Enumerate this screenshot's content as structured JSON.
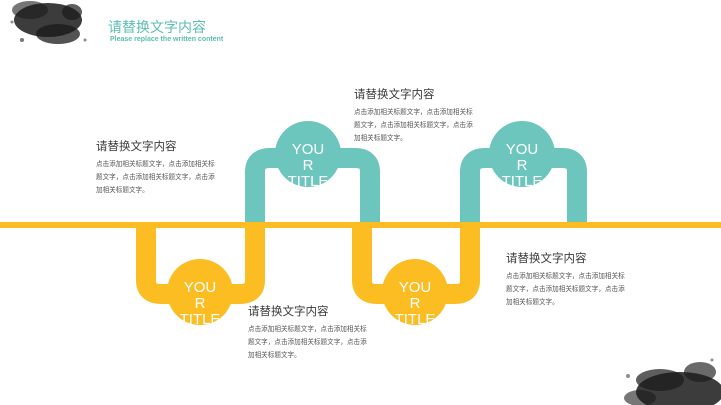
{
  "header": {
    "title": "请替换文字内容",
    "subtitle": "Please replace the written content"
  },
  "colors": {
    "teal": "#6cc6bd",
    "yellow": "#fbbd22",
    "ink": "#1a1a1a"
  },
  "circles": [
    {
      "line1": "YOU",
      "line2": "R",
      "line3": "TITLE",
      "color": "teal"
    },
    {
      "line1": "YOU",
      "line2": "R",
      "line3": "TITLE",
      "color": "teal"
    },
    {
      "line1": "YOU",
      "line2": "R",
      "line3": "TITLE",
      "color": "yellow"
    },
    {
      "line1": "YOU",
      "line2": "R",
      "line3": "TITLE",
      "color": "yellow"
    }
  ],
  "blocks": [
    {
      "title": "请替换文字内容",
      "body": "点击添加相关标题文字，点击添加相关标\n题文字，点击添加相关标题文字，点击添\n加相关标题文字。"
    },
    {
      "title": "请替换文字内容",
      "body": "点击添加相关标题文字，点击添加相关标\n题文字，点击添加相关标题文字，点击添\n加相关标题文字。"
    },
    {
      "title": "请替换文字内容",
      "body": "点击添加相关标题文字，点击添加相关标\n题文字，点击添加相关标题文字，点击添\n加相关标题文字。"
    },
    {
      "title": "请替换文字内容",
      "body": "点击添加相关标题文字，点击添加相关标\n题文字，点击添加相关标题文字，点击添\n加相关标题文字。"
    }
  ]
}
